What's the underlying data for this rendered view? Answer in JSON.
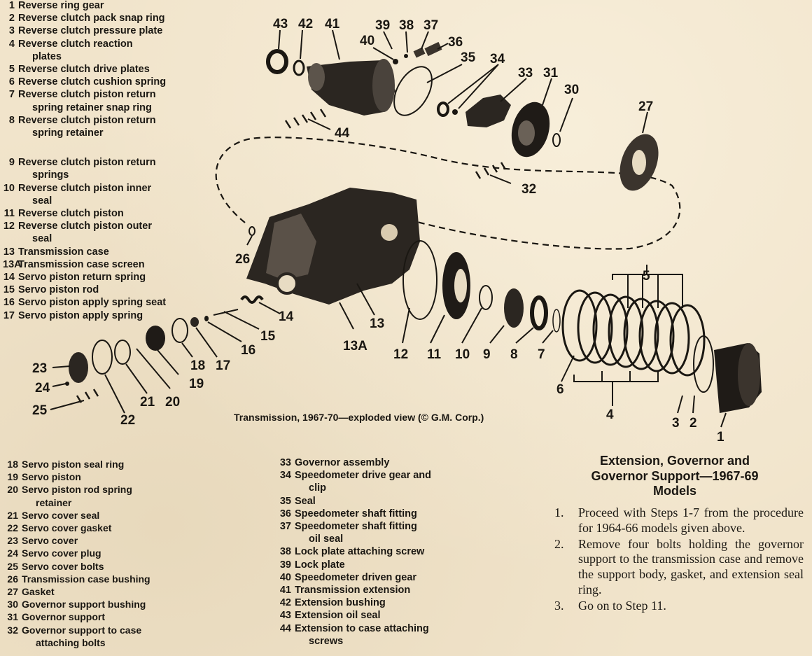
{
  "parts_legend_top": [
    {
      "num": "1",
      "lines": [
        "Reverse ring gear"
      ]
    },
    {
      "num": "2",
      "lines": [
        "Reverse clutch pack snap ring"
      ]
    },
    {
      "num": "3",
      "lines": [
        "Reverse clutch pressure plate"
      ]
    },
    {
      "num": "4",
      "lines": [
        "Reverse clutch reaction",
        "plates"
      ]
    },
    {
      "num": "5",
      "lines": [
        "Reverse clutch drive plates"
      ]
    },
    {
      "num": "6",
      "lines": [
        "Reverse clutch cushion spring"
      ]
    },
    {
      "num": "7",
      "lines": [
        "Reverse clutch piston return",
        "spring retainer snap ring"
      ]
    },
    {
      "num": "8",
      "lines": [
        "Reverse clutch piston return",
        "spring retainer"
      ]
    },
    {
      "num": "9",
      "lines": [
        "Reverse clutch piston return",
        "springs"
      ]
    },
    {
      "num": "10",
      "lines": [
        "Reverse clutch piston inner",
        "seal"
      ]
    },
    {
      "num": "11",
      "lines": [
        "Reverse clutch piston"
      ]
    },
    {
      "num": "12",
      "lines": [
        "Reverse clutch piston outer",
        "seal"
      ]
    },
    {
      "num": "13",
      "lines": [
        "Transmission case"
      ]
    },
    {
      "num": "13A",
      "lines": [
        "Transmission case screen"
      ]
    },
    {
      "num": "14",
      "lines": [
        "Servo piston return spring"
      ]
    },
    {
      "num": "15",
      "lines": [
        "Servo piston rod"
      ]
    },
    {
      "num": "16",
      "lines": [
        "Servo piston apply spring seat"
      ]
    },
    {
      "num": "17",
      "lines": [
        "Servo piston apply spring"
      ]
    }
  ],
  "parts_legend_bottom_left": [
    {
      "num": "18",
      "lines": [
        "Servo piston seal ring"
      ]
    },
    {
      "num": "19",
      "lines": [
        "Servo piston"
      ]
    },
    {
      "num": "20",
      "lines": [
        "Servo piston rod spring",
        "retainer"
      ]
    },
    {
      "num": "21",
      "lines": [
        "Servo cover seal"
      ]
    },
    {
      "num": "22",
      "lines": [
        "Servo cover gasket"
      ]
    },
    {
      "num": "23",
      "lines": [
        "Servo cover"
      ]
    },
    {
      "num": "24",
      "lines": [
        "Servo cover plug"
      ]
    },
    {
      "num": "25",
      "lines": [
        "Servo cover bolts"
      ]
    },
    {
      "num": "26",
      "lines": [
        "Transmission case bushing"
      ]
    },
    {
      "num": "27",
      "lines": [
        "Gasket"
      ]
    },
    {
      "num": "30",
      "lines": [
        "Governor support bushing"
      ]
    },
    {
      "num": "31",
      "lines": [
        "Governor support"
      ]
    },
    {
      "num": "32",
      "lines": [
        "Governor support to case",
        "attaching bolts"
      ]
    }
  ],
  "parts_legend_bottom_mid": [
    {
      "num": "33",
      "lines": [
        "Governor assembly"
      ]
    },
    {
      "num": "34",
      "lines": [
        "Speedometer drive gear and",
        "clip"
      ]
    },
    {
      "num": "35",
      "lines": [
        "Seal"
      ]
    },
    {
      "num": "36",
      "lines": [
        "Speedometer shaft fitting"
      ]
    },
    {
      "num": "37",
      "lines": [
        "Speedometer shaft fitting",
        "oil seal"
      ]
    },
    {
      "num": "38",
      "lines": [
        "Lock plate attaching screw"
      ]
    },
    {
      "num": "39",
      "lines": [
        "Lock plate"
      ]
    },
    {
      "num": "40",
      "lines": [
        "Speedometer driven gear"
      ]
    },
    {
      "num": "41",
      "lines": [
        "Transmission extension"
      ]
    },
    {
      "num": "42",
      "lines": [
        "Extension bushing"
      ]
    },
    {
      "num": "43",
      "lines": [
        "Extension oil seal"
      ]
    },
    {
      "num": "44",
      "lines": [
        "Extension to case attaching",
        "screws"
      ]
    }
  ],
  "diagram": {
    "caption": "Transmission, 1967-70—exploded view (© G.M. Corp.)",
    "callouts": [
      "1",
      "2",
      "3",
      "4",
      "5",
      "6",
      "7",
      "8",
      "9",
      "10",
      "11",
      "12",
      "13",
      "13A",
      "14",
      "15",
      "16",
      "17",
      "18",
      "19",
      "20",
      "21",
      "22",
      "23",
      "24",
      "25",
      "26",
      "27",
      "30",
      "31",
      "32",
      "33",
      "34",
      "35",
      "36",
      "37",
      "38",
      "39",
      "40",
      "41",
      "42",
      "43",
      "44"
    ]
  },
  "procedure": {
    "heading_lines": [
      "Extension, Governor and",
      "Governor Support—1967-69",
      "Models"
    ],
    "steps": [
      {
        "num": "1.",
        "text": "Proceed with Steps 1-7 from the procedure for 1964-66 models given above."
      },
      {
        "num": "2.",
        "text": "Remove four bolts holding the governor support to the transmission case and remove the support body, gasket, and extension seal ring."
      },
      {
        "num": "3.",
        "text": "Go on to Step 11."
      }
    ]
  }
}
